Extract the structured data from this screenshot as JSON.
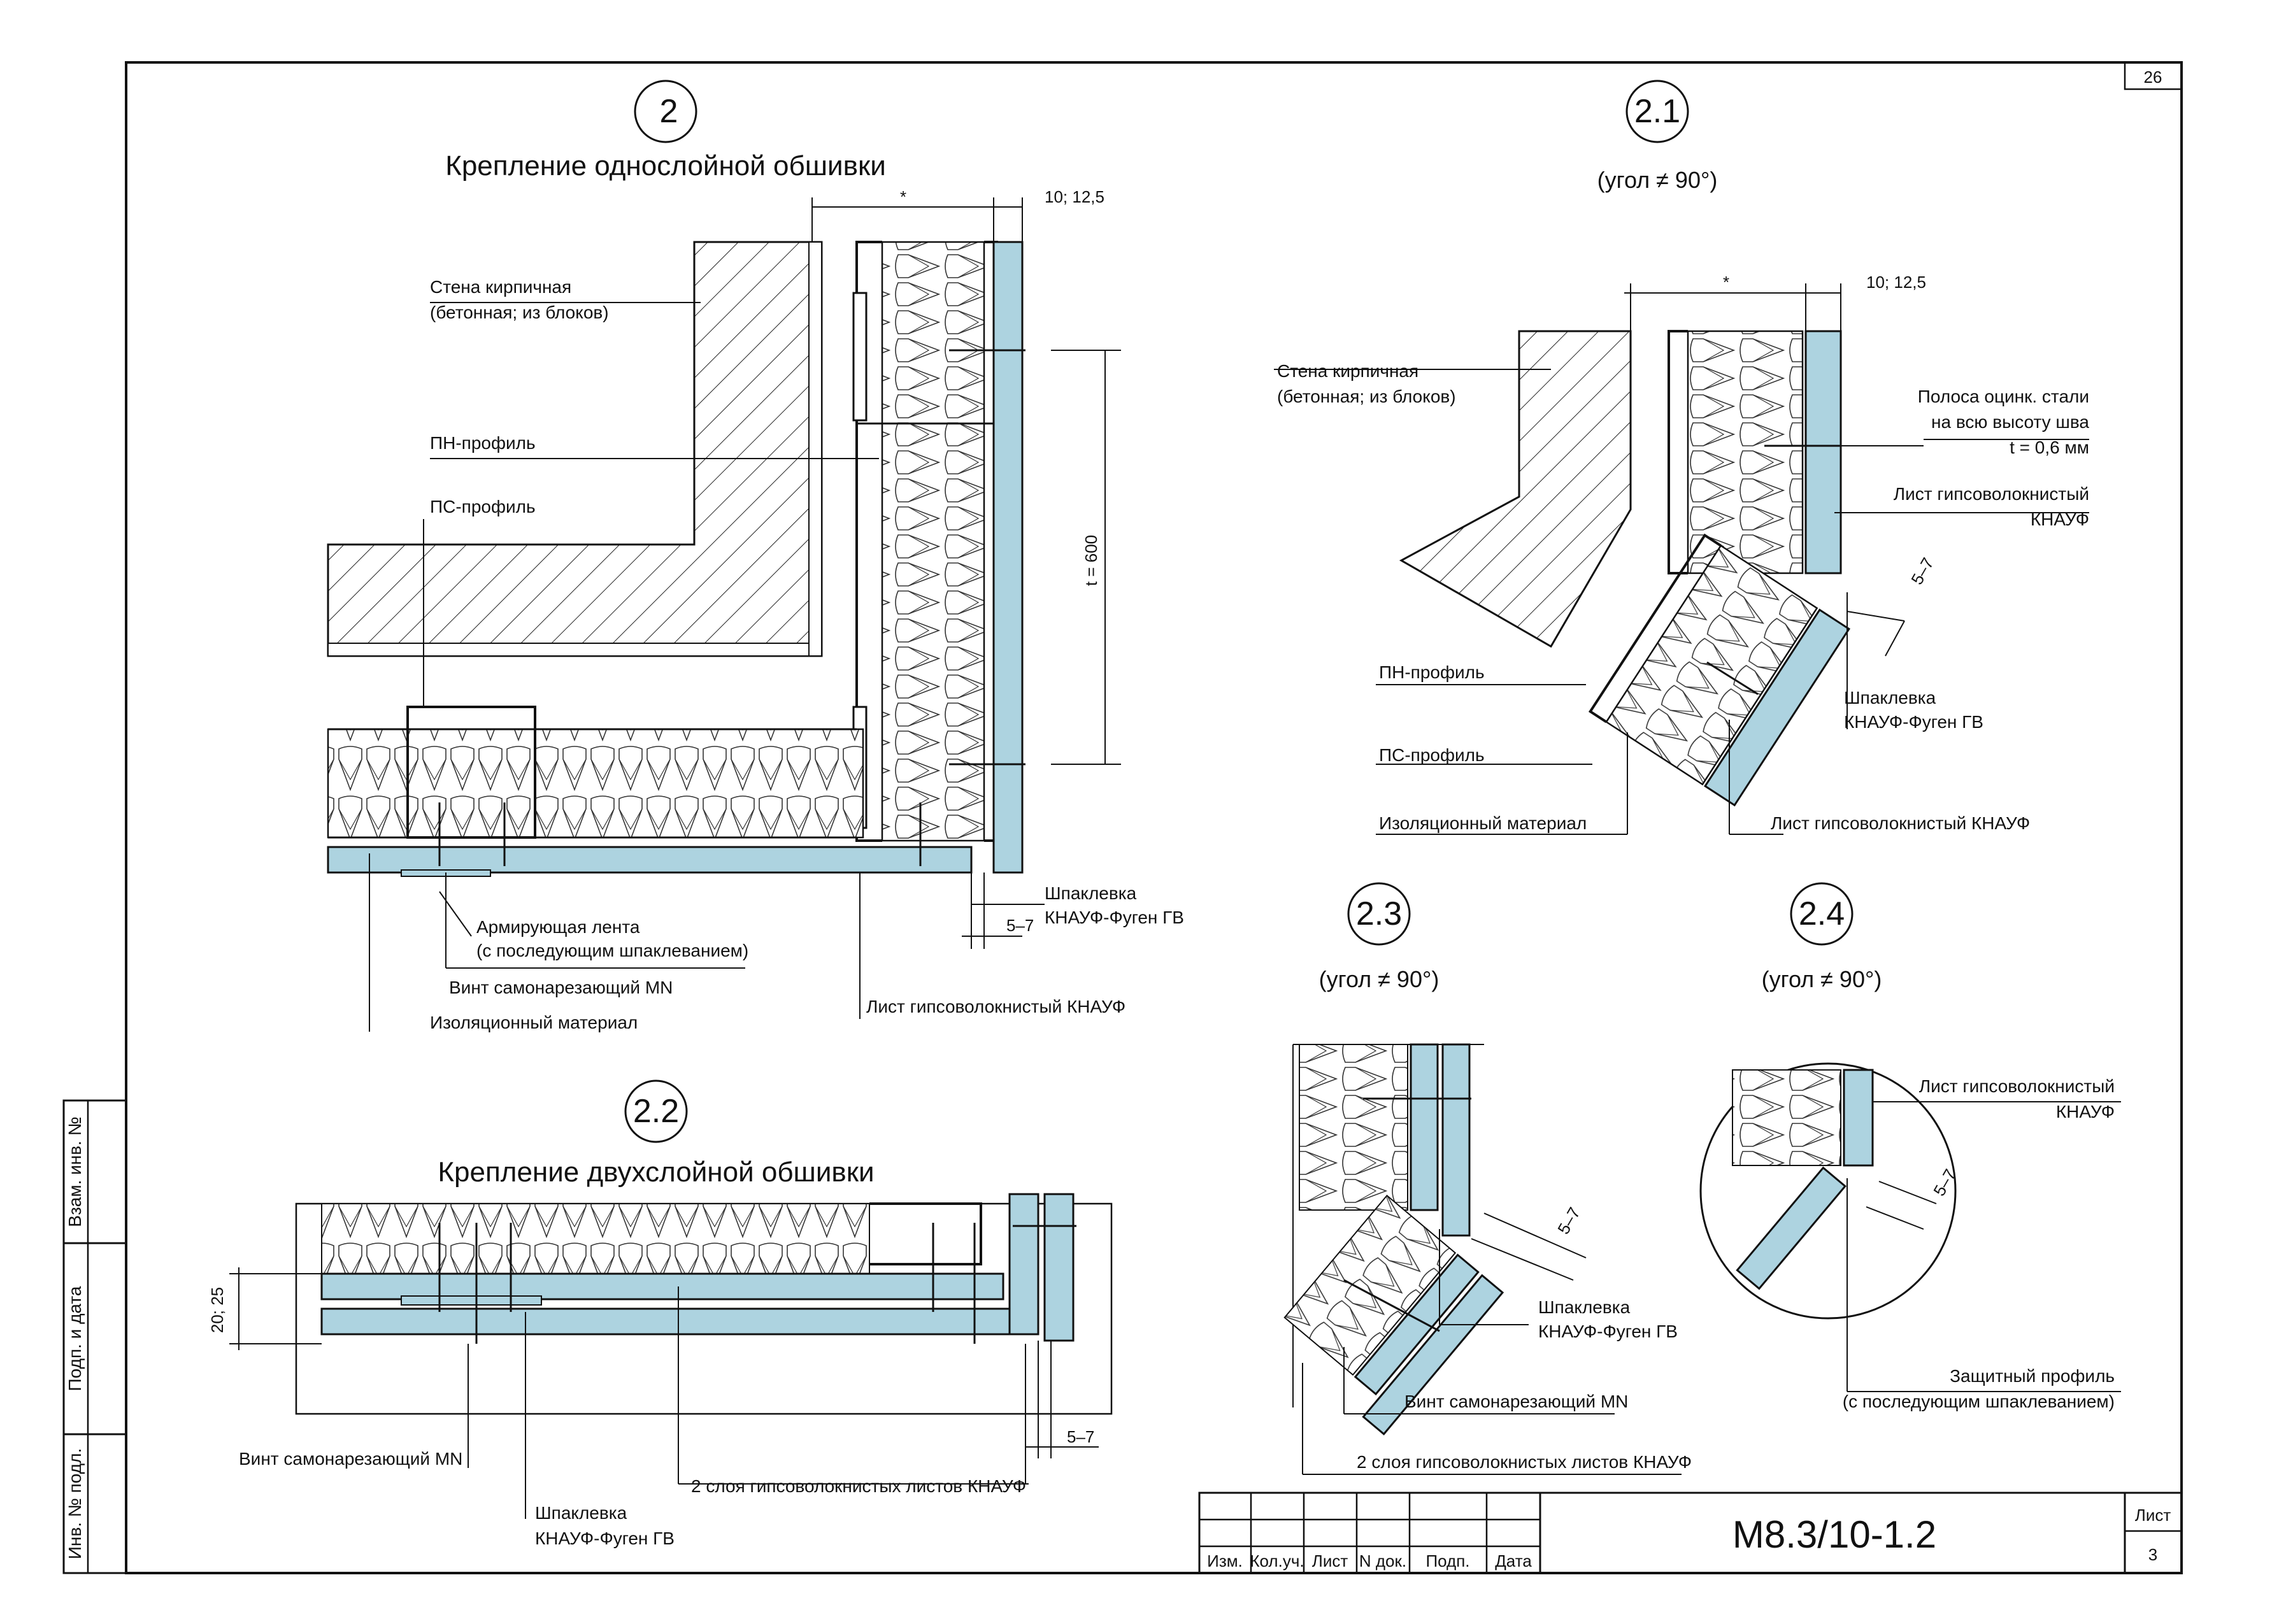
{
  "sheet": {
    "top_page_number": "26",
    "code": "М8.3/10-1.2",
    "sheet_label": "Лист",
    "sheet_number": "3",
    "side_stamp": [
      "Взам. инв. №",
      "Подп. и дата",
      "Инв. № подл."
    ],
    "title_block_headers": [
      "Изм.",
      "Кол.уч.",
      "Лист",
      "N док.",
      "Подп.",
      "Дата"
    ]
  },
  "detail_2": {
    "number": "2",
    "title": "Крепление однослойной обшивки",
    "labels": {
      "wall_1": "Стена кирпичная",
      "wall_2": "(бетонная; из блоков)",
      "pn": "ПН-профиль",
      "ps": "ПС-профиль",
      "tape_1": "Армирующая лента",
      "tape_2": "(с последующим шпаклеванием)",
      "screw": "Винт самонарезающий MN",
      "insulation": "Изоляционный материал",
      "sheet": "Лист гипсоволокнистый КНАУФ",
      "putty_1": "Шпаклевка",
      "putty_2": "КНАУФ-Фуген ГВ"
    },
    "dims": {
      "star": "*",
      "thickness": "10; 12,5",
      "spacing": "t = 600",
      "gap": "5–7"
    }
  },
  "detail_2_1": {
    "number": "2.1",
    "subtitle": "(угол ≠ 90°)",
    "labels": {
      "wall_1": "Стена кирпичная",
      "wall_2": "(бетонная; из блоков)",
      "strip_1": "Полоса оцинк. стали",
      "strip_2": "на всю высоту шва",
      "strip_3": "t = 0,6 мм",
      "sheet_1": "Лист гипсоволокнистый",
      "sheet_2": "КНАУФ",
      "pn": "ПН-профиль",
      "putty_1": "Шпаклевка",
      "putty_2": "КНАУФ-Фуген ГВ",
      "ps": "ПС-профиль",
      "insulation": "Изоляционный материал",
      "sheet_full": "Лист гипсоволокнистый КНАУФ"
    },
    "dims": {
      "star": "*",
      "thickness": "10; 12,5",
      "gap": "5–7"
    }
  },
  "detail_2_2": {
    "number": "2.2",
    "title": "Крепление двухслойной обшивки",
    "labels": {
      "screw": "Винт самонарезающий MN",
      "layers": "2 слоя гипсоволокнистых листов КНАУФ",
      "putty_1": "Шпаклевка",
      "putty_2": "КНАУФ-Фуген ГВ"
    },
    "dims": {
      "thickness": "20; 25",
      "gap": "5–7"
    }
  },
  "detail_2_3": {
    "number": "2.3",
    "subtitle": "(угол ≠ 90°)",
    "labels": {
      "putty_1": "Шпаклевка",
      "putty_2": "КНАУФ-Фуген ГВ",
      "screw": "Винт самонарезающий MN",
      "layers": "2 слоя гипсоволокнистых листов КНАУФ"
    },
    "dims": {
      "gap": "5–7"
    }
  },
  "detail_2_4": {
    "number": "2.4",
    "subtitle": "(угол ≠ 90°)",
    "labels": {
      "sheet_1": "Лист гипсоволокнистый",
      "sheet_2": "КНАУФ",
      "profile_1": "Защитный профиль",
      "profile_2": "(с последующим шпаклеванием)"
    },
    "dims": {
      "gap": "5–7"
    }
  },
  "colors": {
    "board": "#add3e0",
    "line": "#111111",
    "paper": "#ffffff"
  }
}
